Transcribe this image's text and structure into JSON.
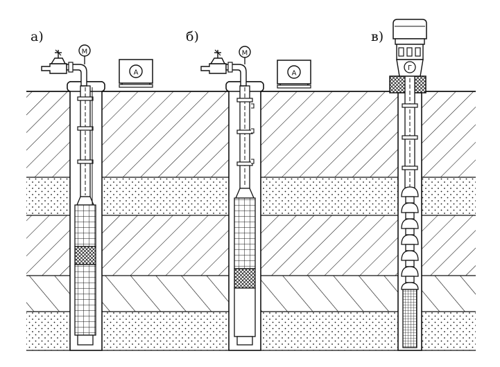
{
  "figure": {
    "panels": [
      {
        "id": "a",
        "label": "а)"
      },
      {
        "id": "b",
        "label": "б)"
      },
      {
        "id": "c",
        "label": "в)"
      }
    ],
    "gauge_symbol": "M",
    "ammeter_symbol": "A",
    "flowmeter_symbol": "Г",
    "colors": {
      "ink": "#111111",
      "background": "#ffffff"
    },
    "icons": [
      "valve-icon",
      "pressure-gauge-icon",
      "ammeter-box-icon",
      "motor-housing-icon"
    ]
  }
}
